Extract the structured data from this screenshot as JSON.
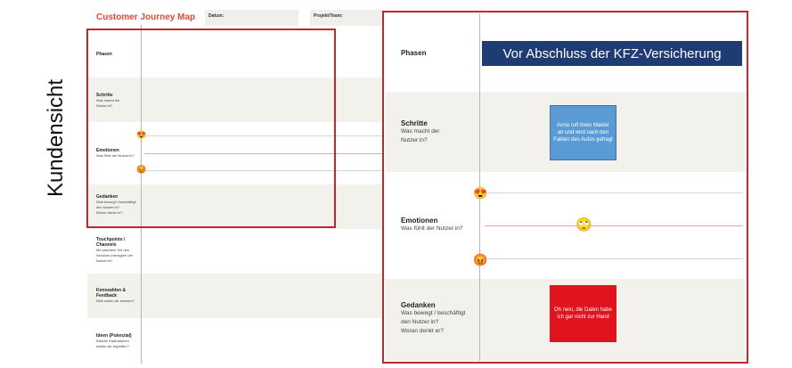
{
  "side_label": "Kundensicht",
  "map": {
    "title": "Customer Journey Map",
    "datum_label": "Datum:",
    "projekt_label": "Projekt/Team:"
  },
  "rows_small": [
    {
      "title": "Phasen",
      "sub": []
    },
    {
      "title": "Schritte",
      "sub": [
        "Was macht der",
        "Nutzer:in?"
      ]
    },
    {
      "title": "Emotionen",
      "sub": [
        "Was fühlt der Nutzer:in?"
      ]
    },
    {
      "title": "Gedanken",
      "sub": [
        "Was bewegt / beschäftigt",
        "den Nutzer:in?",
        "Woran denkt er?"
      ]
    },
    {
      "title": "Touchpoints / Channels",
      "sub": [
        "Mit welchem Teil des",
        "Services interagiert der",
        "Nutzer:in?"
      ]
    },
    {
      "title": "Kennzahlen & Feedback",
      "sub": [
        "Was sollen wir messen?"
      ]
    },
    {
      "title": "Ideen (Potenzial)",
      "sub": [
        "Welche Maßnahmen",
        "wollen wir ergreifen?"
      ]
    }
  ],
  "zoom": {
    "phase_title": "Vor Abschluss der KFZ-Versicherung",
    "rows": {
      "phasen": {
        "title": "Phasen"
      },
      "schritte": {
        "title": "Schritte",
        "sub1": "Was macht der",
        "sub2": "Nutzer:in?"
      },
      "emotionen": {
        "title": "Emotionen",
        "sub1": "Was fühlt der Nutzer:in?"
      },
      "gedanken": {
        "title": "Gedanken",
        "sub1": "Was bewegt / beschäftigt",
        "sub2": "den Nutzer:in?",
        "sub3": "Woran denkt er?"
      }
    },
    "step_card": "Anna ruft ihren Makler an und wird nach den Fakten des Autos gefragt",
    "thought_card": "Oh nein, die Daten habe ich gar nicht zur Hand"
  },
  "emojis": {
    "happy": "😍",
    "neutral": "🙄",
    "angry": "😡"
  },
  "colors": {
    "accent": "#e5473b",
    "frame": "#c0282d",
    "phase_bg": "#1f3b73",
    "step_card": "#5b9bd5",
    "thought_card": "#e0141e"
  }
}
